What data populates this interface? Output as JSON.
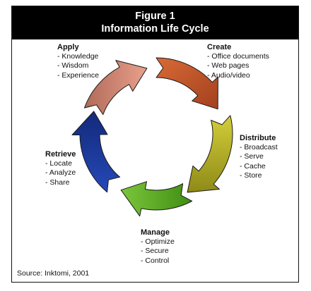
{
  "header": {
    "figure_label": "Figure 1",
    "title": "Information Life Cycle"
  },
  "stages": {
    "apply": {
      "title": "Apply",
      "items": [
        "- Knowledge",
        "- Wisdom",
        "- Experience"
      ]
    },
    "create": {
      "title": "Create",
      "items": [
        "- Office documents",
        "- Web pages",
        "- Audio/video"
      ]
    },
    "distribute": {
      "title": "Distribute",
      "items": [
        "- Broadcast",
        "- Serve",
        "- Cache",
        "- Store"
      ]
    },
    "manage": {
      "title": "Manage",
      "items": [
        "- Optimize",
        "- Secure",
        "- Control"
      ]
    },
    "retrieve": {
      "title": "Retrieve",
      "items": [
        "- Locate",
        "- Analyze",
        "- Share"
      ]
    }
  },
  "source": "Source: Inktomi, 2001",
  "colors": {
    "apply_arrow": "#d2826f",
    "create_arrow": "#c8552c",
    "distribute_arrow": "#b3ae25",
    "manage_arrow": "#5aa51f",
    "retrieve_arrow": "#1d3c9c",
    "header_bg": "#000000"
  }
}
